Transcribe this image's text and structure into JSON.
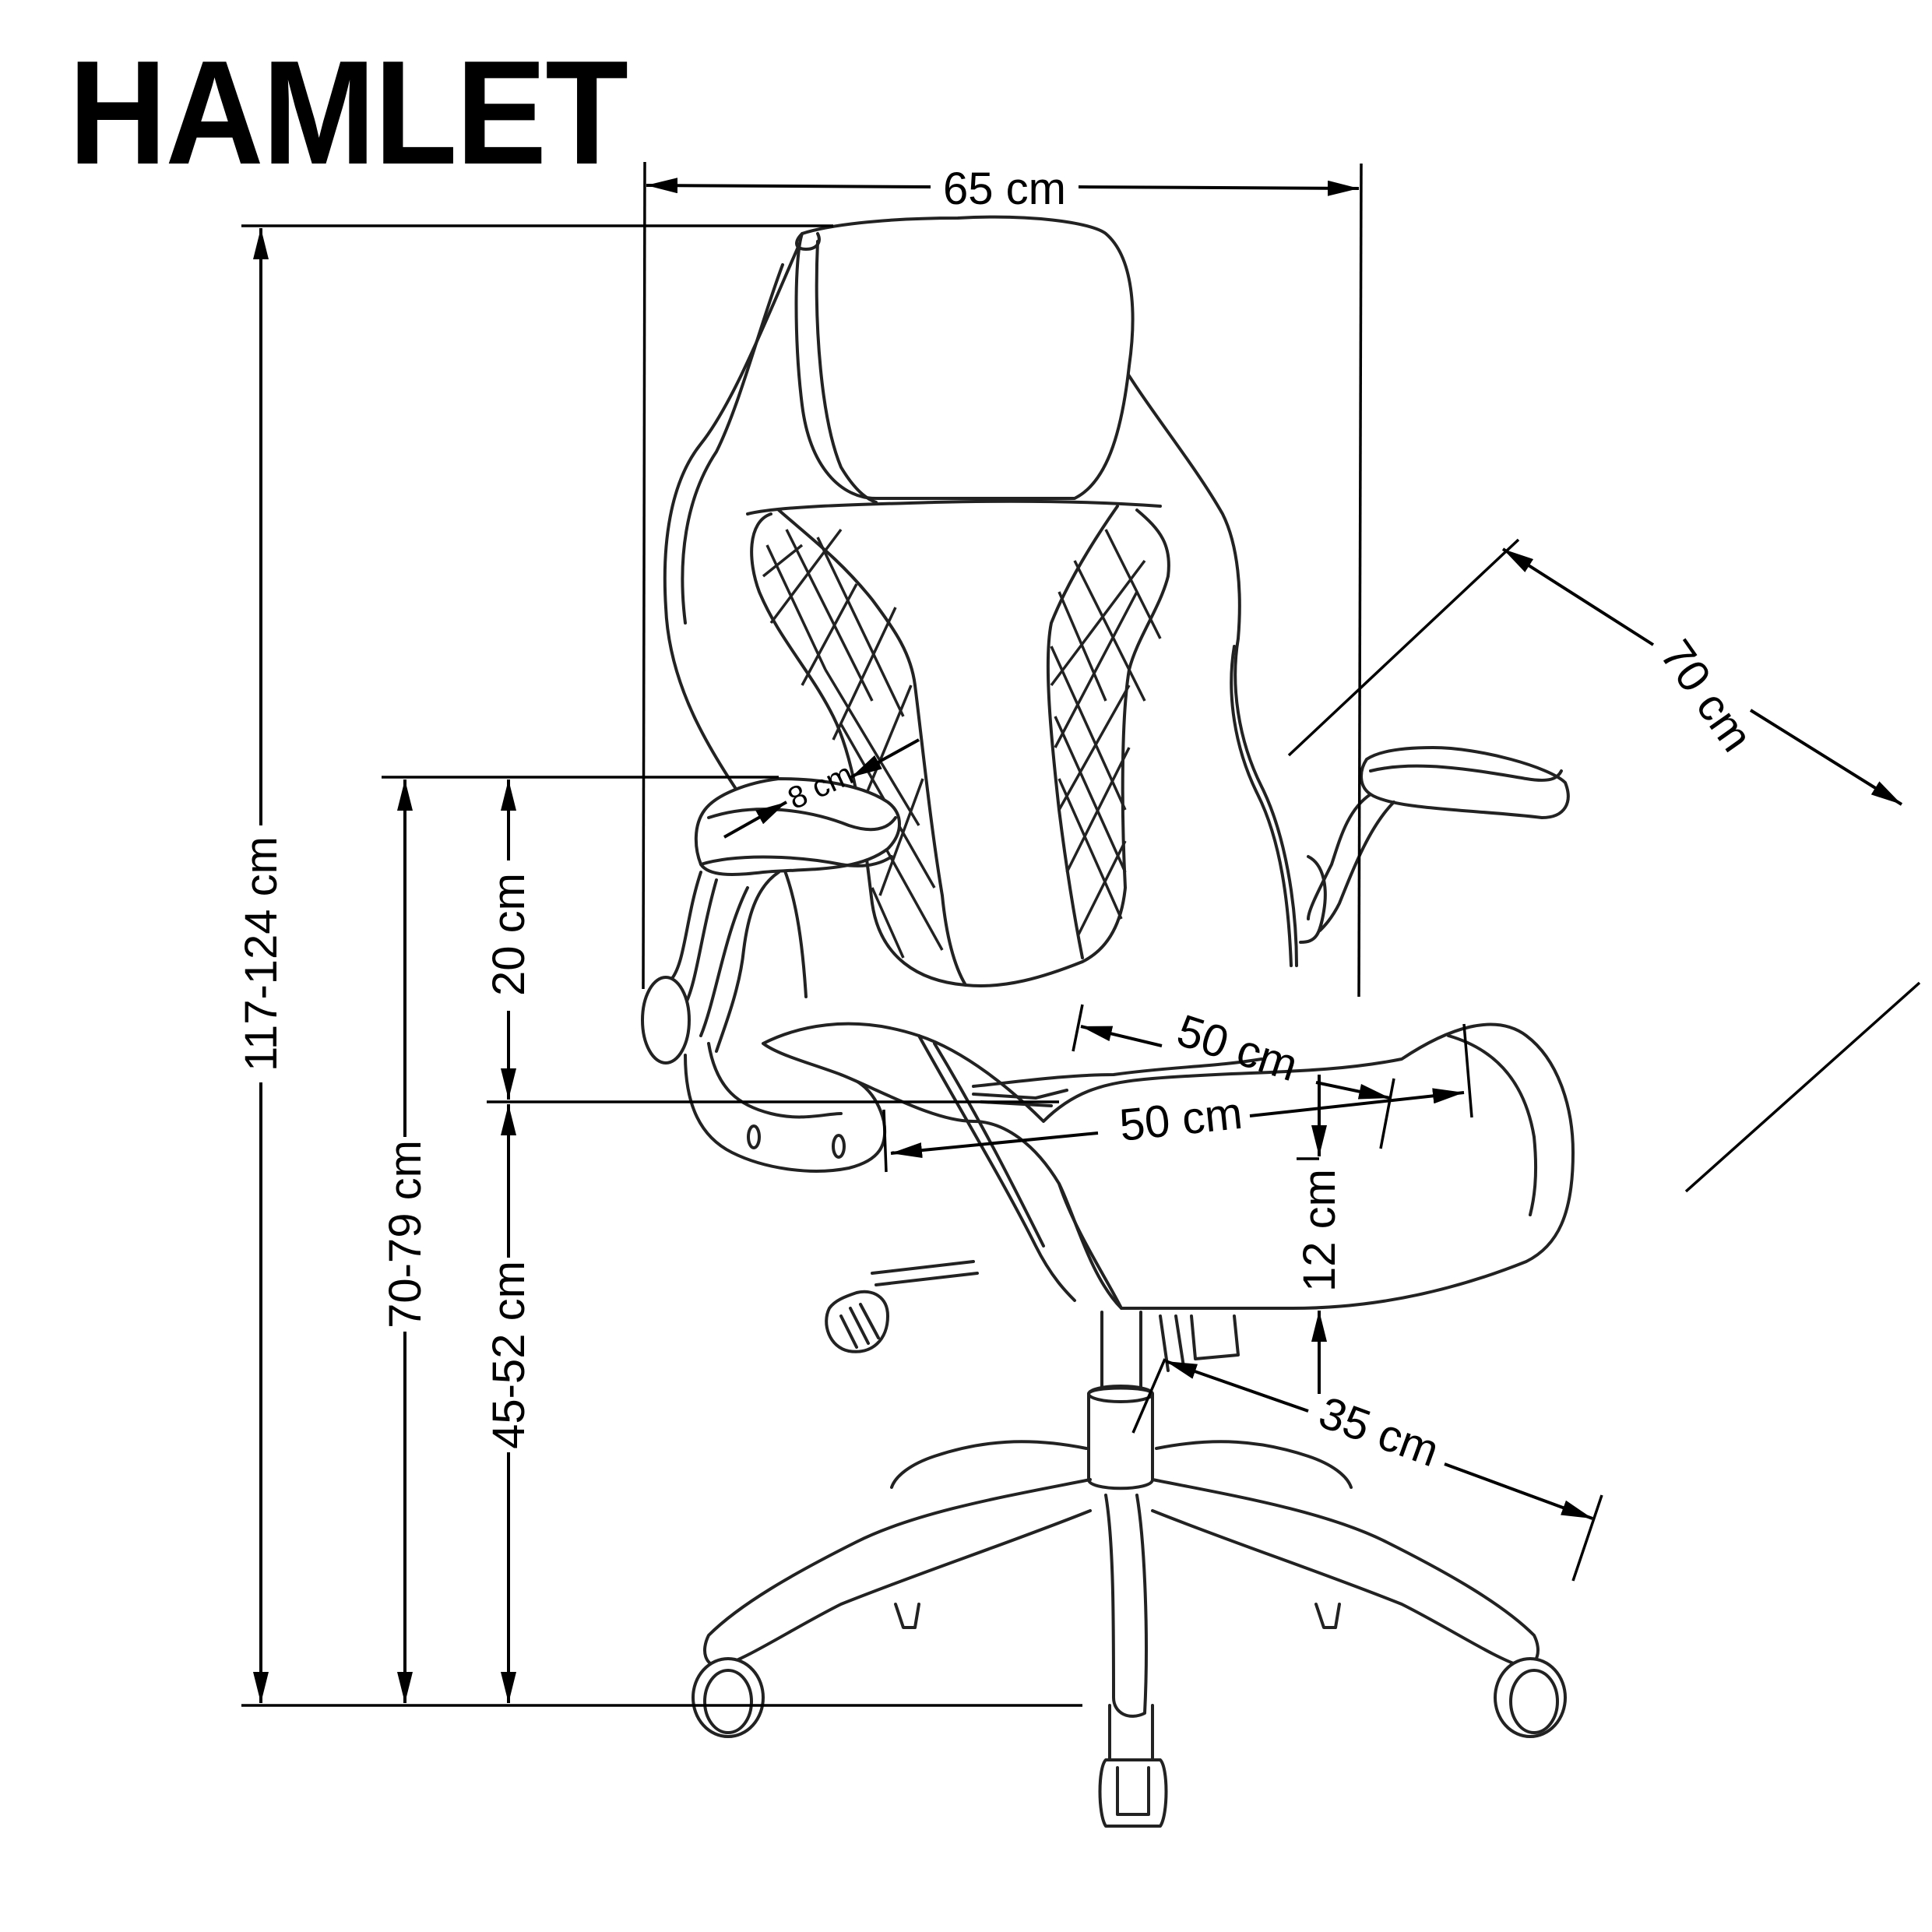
{
  "product": {
    "name": "HAMLET",
    "type": "gaming / office swivel chair",
    "line_color": "#222222",
    "background": "#ffffff"
  },
  "dimensions": {
    "overall_width": "65 cm",
    "overall_height": "117-124 cm",
    "armrest_height": "70-79 cm",
    "seat_height": "45-52 cm",
    "armrest_above_seat": "20 cm",
    "armrest_width": "8 cm",
    "seat_width": "50 cm",
    "seat_depth": "50 cm",
    "seat_thickness": "12 cm",
    "base_radius": "35 cm",
    "overall_depth": "70 cm"
  }
}
